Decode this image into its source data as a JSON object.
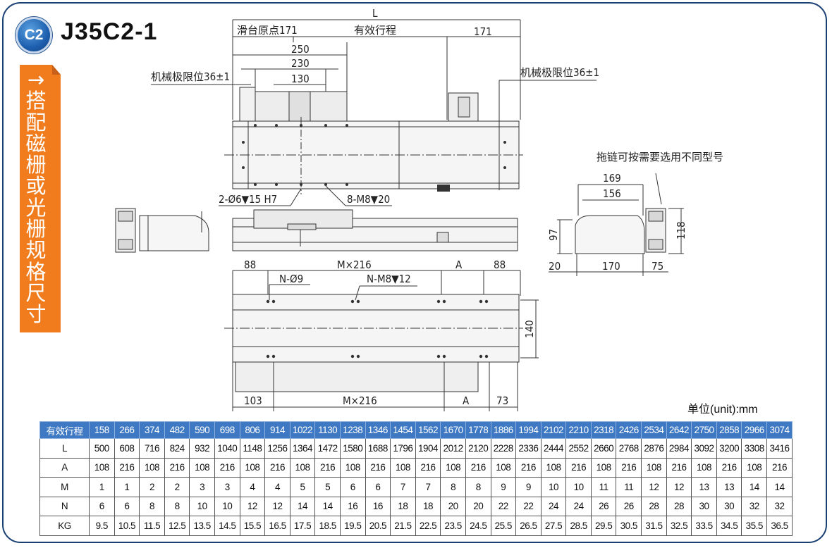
{
  "header": {
    "badge": "C2",
    "model": "J35C2-1"
  },
  "side_label": {
    "arrow": "→",
    "chars": [
      "搭",
      "配",
      "磁",
      "栅",
      "或",
      "光",
      "栅",
      "规",
      "格",
      "尺",
      "寸"
    ]
  },
  "drawing": {
    "dim_L": "L",
    "slider_origin": "滑台原点171",
    "effective_stroke": "有效行程",
    "dim_171": "171",
    "dim_250": "250",
    "dim_230": "230",
    "dim_130": "130",
    "mech_limit_left": "机械极限位36±1",
    "mech_limit_right": "机械极限位36±1",
    "pin_holes": "2-Ø6▼15 H7",
    "tapped_holes": "8-M8▼20",
    "drag_chain_note": "拖链可按需要选用不同型号",
    "dim_169": "169",
    "dim_156": "156",
    "dim_97": "97",
    "dim_118": "118",
    "dim_20": "20",
    "dim_170": "170",
    "dim_75": "75",
    "dim_88_left": "88",
    "dim_mx216_top": "M×216",
    "dim_A_top": "A",
    "dim_88_right": "88",
    "n_holes": "N-Ø9",
    "n_tapped": "N-M8▼12",
    "dim_140": "140",
    "dim_103": "103",
    "dim_mx216_bottom": "M×216",
    "dim_A_bottom": "A",
    "dim_73": "73"
  },
  "unit_label": "单位(unit):mm",
  "table": {
    "header_label": "有效行程",
    "strokes": [
      "158",
      "266",
      "374",
      "482",
      "590",
      "698",
      "806",
      "914",
      "1022",
      "1130",
      "1238",
      "1346",
      "1454",
      "1562",
      "1670",
      "1778",
      "1886",
      "1994",
      "2102",
      "2210",
      "2318",
      "2426",
      "2534",
      "2642",
      "2750",
      "2858",
      "2966",
      "3074"
    ],
    "rows": [
      {
        "label": "L",
        "values": [
          "500",
          "608",
          "716",
          "824",
          "932",
          "1040",
          "1148",
          "1256",
          "1364",
          "1472",
          "1580",
          "1688",
          "1796",
          "1904",
          "2012",
          "2120",
          "2228",
          "2336",
          "2444",
          "2552",
          "2660",
          "2768",
          "2876",
          "2984",
          "3092",
          "3200",
          "3308",
          "3416"
        ]
      },
      {
        "label": "A",
        "values": [
          "108",
          "216",
          "108",
          "216",
          "108",
          "216",
          "108",
          "216",
          "108",
          "216",
          "108",
          "216",
          "108",
          "216",
          "108",
          "216",
          "108",
          "216",
          "108",
          "216",
          "108",
          "216",
          "108",
          "216",
          "108",
          "216",
          "108",
          "216"
        ]
      },
      {
        "label": "M",
        "values": [
          "1",
          "1",
          "2",
          "2",
          "3",
          "3",
          "4",
          "4",
          "5",
          "5",
          "6",
          "6",
          "7",
          "7",
          "8",
          "8",
          "9",
          "9",
          "10",
          "10",
          "11",
          "11",
          "12",
          "12",
          "13",
          "13",
          "14",
          "14"
        ]
      },
      {
        "label": "N",
        "values": [
          "6",
          "6",
          "8",
          "8",
          "10",
          "10",
          "12",
          "12",
          "14",
          "14",
          "16",
          "16",
          "18",
          "18",
          "20",
          "20",
          "22",
          "22",
          "24",
          "24",
          "26",
          "26",
          "28",
          "28",
          "30",
          "30",
          "32",
          "32"
        ]
      },
      {
        "label": "KG",
        "values": [
          "9.5",
          "10.5",
          "11.5",
          "12.5",
          "13.5",
          "14.5",
          "15.5",
          "16.5",
          "17.5",
          "18.5",
          "19.5",
          "20.5",
          "21.5",
          "22.5",
          "23.5",
          "24.5",
          "25.5",
          "26.5",
          "27.5",
          "28.5",
          "29.5",
          "30.5",
          "31.5",
          "32.5",
          "33.5",
          "34.5",
          "35.5",
          "36.5"
        ]
      }
    ]
  },
  "colors": {
    "frame": "#1a3f73",
    "accent_orange": "#f07c1e",
    "table_header": "#3f79c4"
  }
}
